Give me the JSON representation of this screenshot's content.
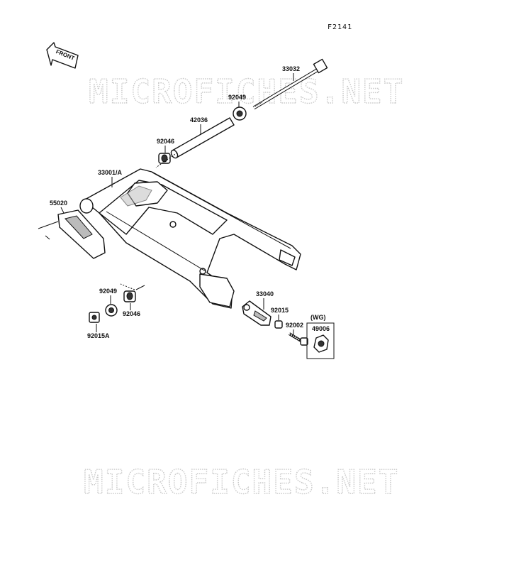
{
  "figure_code": "F2141",
  "front_label": "FRONT",
  "watermark": "MICROFICHES.NET",
  "parts": {
    "p33032": "33032",
    "p92049_top": "92049",
    "p42036": "42036",
    "p92046_top": "92046",
    "p33001A": "33001/A",
    "p55020": "55020",
    "p92049_bot": "92049",
    "p92046_bot": "92046",
    "p92015A": "92015A",
    "p33040": "33040",
    "p92015": "92015",
    "p92002": "92002",
    "wg": "(WG)",
    "p49006": "49006"
  }
}
